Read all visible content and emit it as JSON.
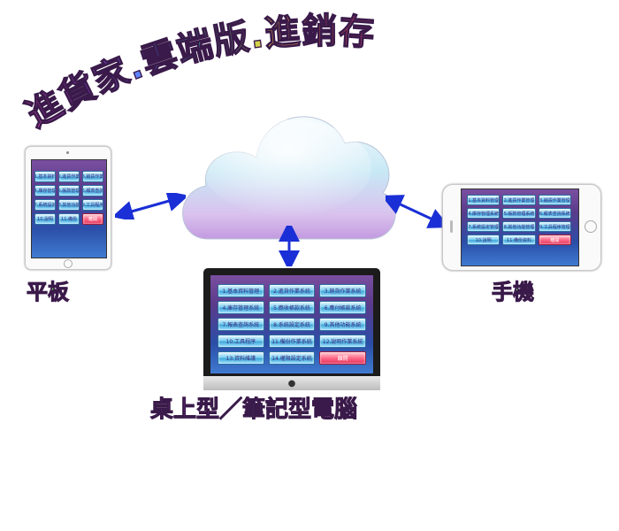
{
  "title": {
    "segments": [
      "進貨家",
      ".",
      "雲端版",
      ".",
      "進銷存"
    ]
  },
  "labels": {
    "tablet": "平板",
    "phone": "手機",
    "desktop": "桌上型／筆記型電腦"
  },
  "icons": {
    "cloud": "cloud-icon",
    "apple_logo": "apple-logo-icon"
  },
  "colors": {
    "arrow": "#1a2fd6",
    "exit_tile": "#e23058"
  },
  "devices": {
    "tablet": {
      "tiles": [
        "1.基本資料",
        "2.進貨作業",
        "3.銷貨作業",
        "4.庫存管理",
        "5.帳款管理",
        "6.報表查詢",
        "7.系統設定",
        "8.其他功能",
        "9.工具程序",
        "10.說明",
        "11.備份",
        "離開"
      ]
    },
    "phone": {
      "tiles": [
        "1.基本資料管理",
        "2.進貨作業管理",
        "3.銷貨作業管理",
        "4.庫存管理系統",
        "5.帳款管理系統",
        "6.報表查詢系統",
        "7.系統設定管理",
        "8.其他功能管理",
        "9.工具程序管理",
        "10.說明",
        "11.備份資料",
        "離開"
      ]
    },
    "desktop": {
      "tiles": [
        "1.基本資料管理",
        "2.進貨作業系統",
        "3.銷貨作業系統",
        "4.庫存管理系統",
        "5.應收帳款系統",
        "6.應付帳款系統",
        "7.報表查詢系統",
        "8.系統設定系統",
        "9.其他功能系統",
        "10.工具程序",
        "11.備份作業系統",
        "12.說明作業系統",
        "13.資料維護",
        "14.權限設定系統",
        "離開"
      ]
    }
  }
}
